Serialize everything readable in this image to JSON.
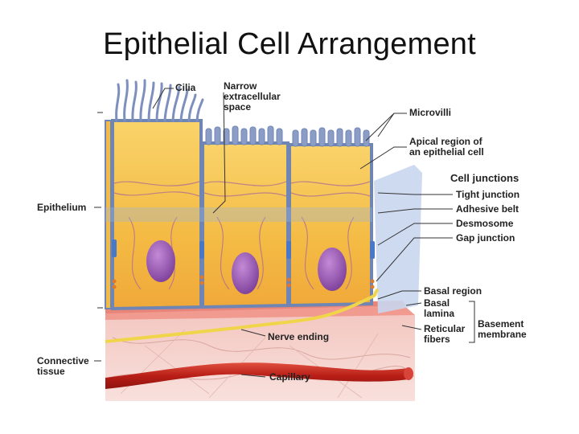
{
  "slide": {
    "title": "Epithelial Cell Arrangement"
  },
  "labels": {
    "cilia": "Cilia",
    "narrow_space": [
      "Narrow",
      "extracellular",
      "space"
    ],
    "microvilli": "Microvilli",
    "apical_region": [
      "Apical region of",
      "an epithelial cell"
    ],
    "cell_junctions": "Cell junctions",
    "tight_junction": "Tight junction",
    "adhesive_belt": "Adhesive belt",
    "desmosome": "Desmosome",
    "gap_junction": "Gap junction",
    "epithelium": "Epithelium",
    "basal_region": "Basal region",
    "basal_lamina": [
      "Basal",
      "lamina"
    ],
    "reticular_fibers": [
      "Reticular",
      "fibers"
    ],
    "basement_membrane": [
      "Basement",
      "membrane"
    ],
    "nerve_ending": "Nerve ending",
    "connective_tissue": [
      "Connective",
      "tissue"
    ],
    "capillary": "Capillary"
  },
  "colors": {
    "cytoplasm": "#f6c04a",
    "cell_membrane": "#6f86b4",
    "nucleus": "#9b5bb4",
    "basement_membrane": "#f2a9a0",
    "connective_tissue": "#f6d2cc",
    "nerve": "#f0d54a",
    "capillary": "#c0271f",
    "junction": "#4a78c8"
  }
}
